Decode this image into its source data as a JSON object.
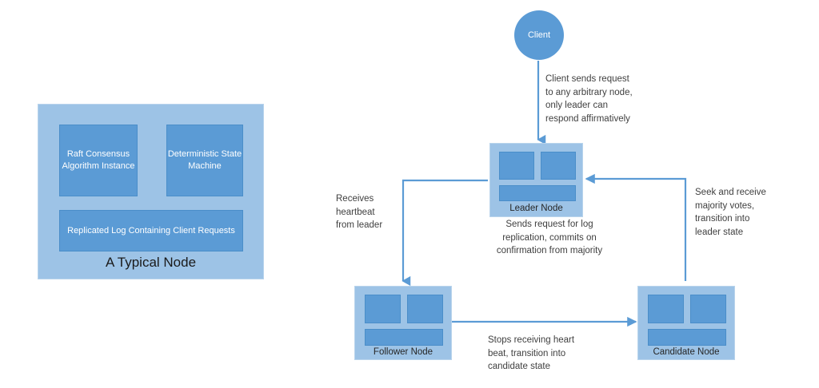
{
  "diagram": {
    "title_left": "A Typical Node",
    "colors": {
      "node_fill": "#9DC3E6",
      "sub_block_fill": "#5B9BD5",
      "connector": "#5B9BD5",
      "label_text": "#262626",
      "note_text": "#3f3f3f"
    }
  },
  "typical_node": {
    "caption": "A Typical Node",
    "blocks": [
      {
        "id": "raft-consensus",
        "label": "Raft\nConsensus\nAlgorithm\nInstance"
      },
      {
        "id": "state-machine",
        "label": "Deterministic\nState\nMachine"
      },
      {
        "id": "replicated-log",
        "label": "Replicated Log Containing Client\nRequests"
      }
    ]
  },
  "client": {
    "label": "Client",
    "request_note": "Client sends request\nto any arbitrary node,\nonly leader can\nrespond affirmatively"
  },
  "nodes": {
    "leader": {
      "label": "Leader Node",
      "note": "Sends request for log\nreplication, commits on\nconfirmation from majority"
    },
    "follower": {
      "label": "Follower Node"
    },
    "candidate": {
      "label": "Candidate Node"
    }
  },
  "transitions": {
    "leader_to_follower": "Receives\nheartbeat\nfrom leader",
    "follower_to_candidate": "Stops receiving heart\nbeat, transition into\ncandidate state",
    "candidate_to_leader": "Seek and receive\nmajority votes,\ntransition into\nleader state"
  }
}
